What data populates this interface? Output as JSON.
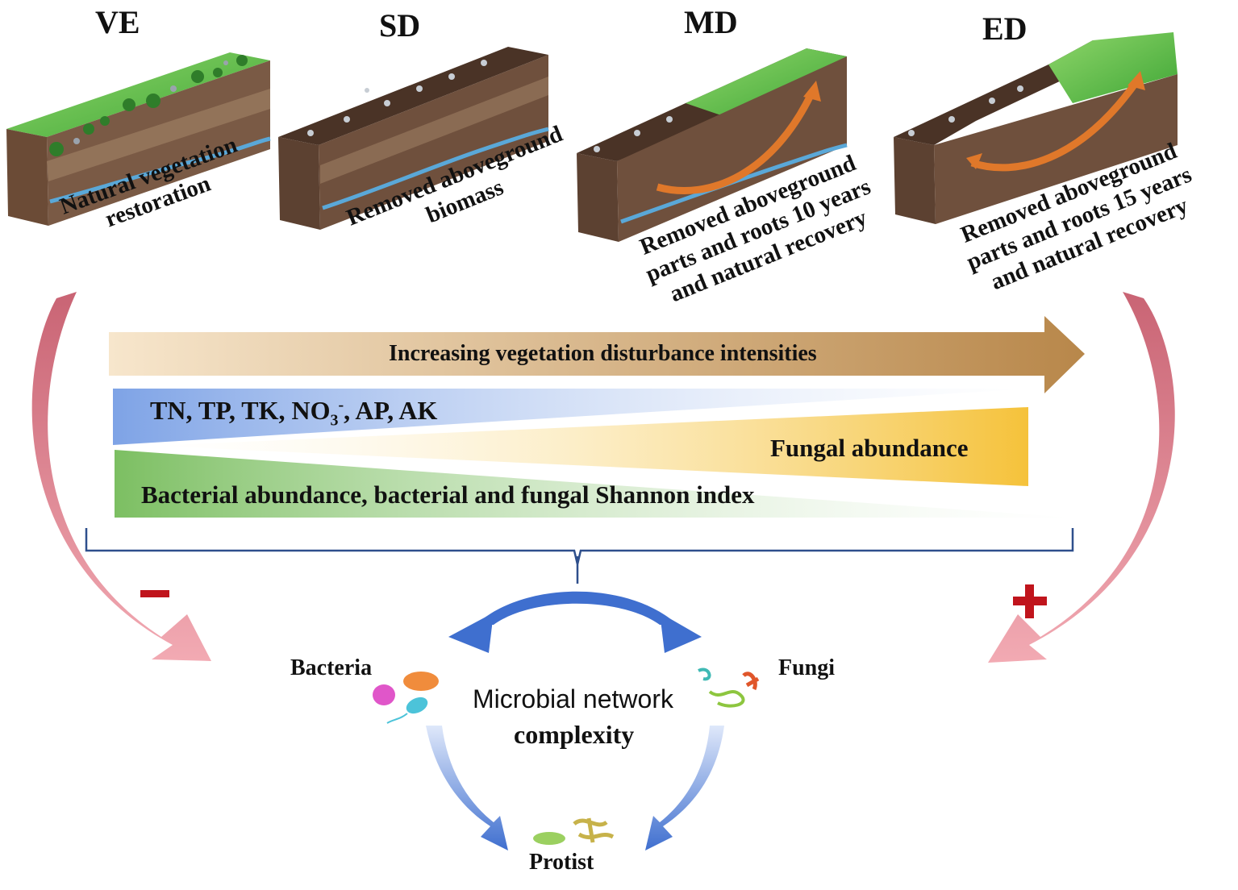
{
  "panels": [
    {
      "code": "VE",
      "caption_lines": [
        "Natural vegetation",
        "restoration"
      ]
    },
    {
      "code": "SD",
      "caption_lines": [
        "Removed aboveground",
        "biomass"
      ]
    },
    {
      "code": "MD",
      "caption_lines": [
        "Removed aboveground",
        "parts and roots 10 years",
        "and natural recovery"
      ]
    },
    {
      "code": "ED",
      "caption_lines": [
        "Removed aboveground",
        "parts and roots 15 years",
        "and natural recovery"
      ]
    }
  ],
  "gradient_arrow": "Increasing vegetation disturbance intensities",
  "wedges": {
    "nutrients_prefix": "TN, TP, TK, NO",
    "nutrients_sub": "3",
    "nutrients_sup": "-",
    "nutrients_suffix": ", AP, AK",
    "fungal": "Fungal abundance",
    "bacterial": "Bacterial abundance, bacterial and fungal Shannon index"
  },
  "effects": {
    "left_sign": "−",
    "right_sign": "+"
  },
  "network": {
    "center_line1": "Microbial network",
    "center_line2": "complexity",
    "bacteria": "Bacteria",
    "fungi": "Fungi",
    "protist": "Protist"
  },
  "colors": {
    "grass": "#5dbb3c",
    "soil_dark": "#4a3326",
    "soil_mid": "#7a5a45",
    "water": "#5aa8d8",
    "arrow_gold": "#b8874a",
    "nutrient_blue": "#7ea3e6",
    "fungal_yellow": "#f5c23a",
    "bacterial_green": "#7cbf62",
    "pink_arrow": "#d9707f",
    "blue_arrow": "#3f6fcf",
    "red_sign": "#c0141c"
  }
}
